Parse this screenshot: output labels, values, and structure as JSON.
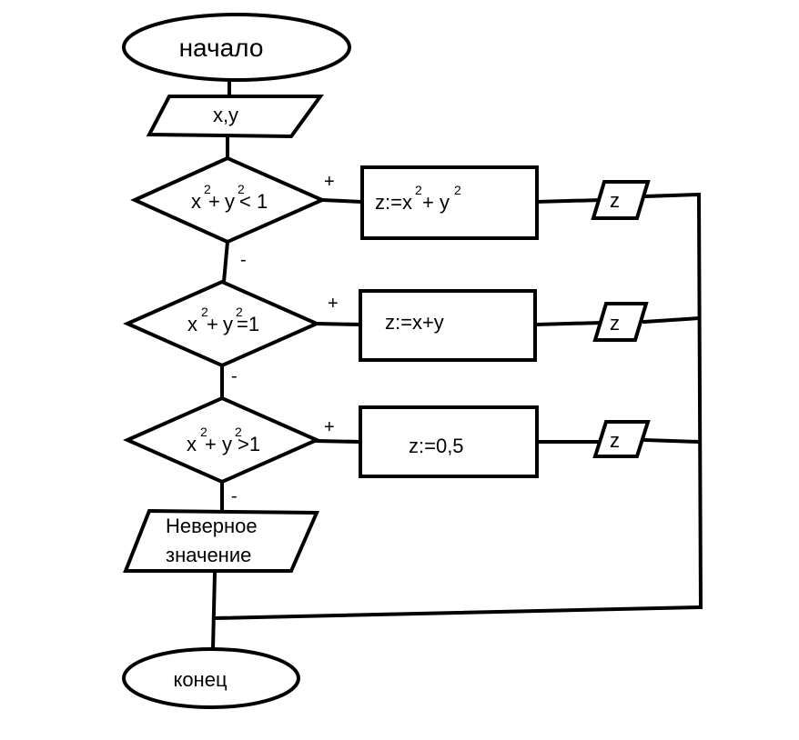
{
  "nodes": {
    "start": "начало",
    "input": "x,y",
    "cond1": {
      "base_x": "x",
      "sup_x": "2",
      "op": "+",
      "base_y": "y",
      "sup_y": "2",
      "rel": "< 1"
    },
    "cond2": {
      "base_x": "x",
      "sup_x": "2",
      "op": "+",
      "base_y": "y",
      "sup_y": "2",
      "rel": "=1"
    },
    "cond3": {
      "base_x": "x",
      "sup_x": "2",
      "op": "+",
      "base_y": "y",
      "sup_y": "2",
      "rel": ">1"
    },
    "proc1": {
      "prefix": "z:=x",
      "sup_x": "2",
      "mid": "+ y",
      "sup_y": "2"
    },
    "proc2": "z:=x+y",
    "proc3": "z:=0,5",
    "out1": "z",
    "out2": "z",
    "out3": "z",
    "error_line1": "Неверное",
    "error_line2": "значение",
    "end": "конец"
  },
  "labels": {
    "yes1": "+",
    "yes2": "+",
    "yes3": "+",
    "no1": "-",
    "no2": "-",
    "no3": "-"
  }
}
